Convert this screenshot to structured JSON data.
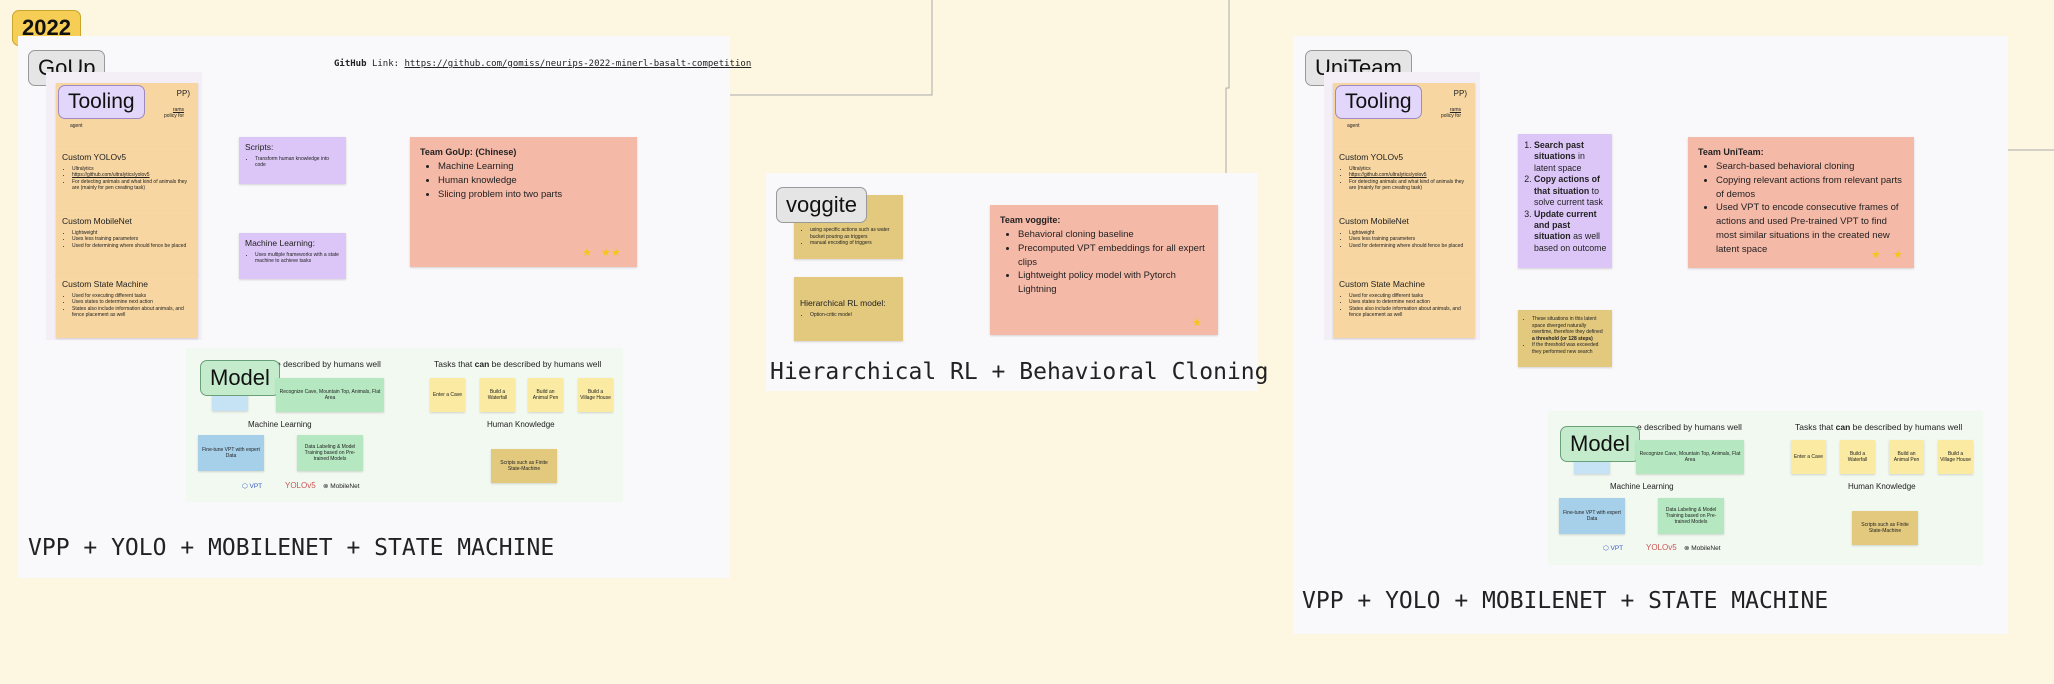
{
  "year_tag": "2022",
  "goup": {
    "tag": "GoUp",
    "github_label": "GitHub",
    "github_link_word": "Link:",
    "github_url": "https://github.com/gomiss/neurips-2022-minerl-basalt-competition",
    "tooling_tag": "Tooling",
    "tooling_peek": "PP)",
    "sticky1_peek1": "rams",
    "sticky1_peek2": "policy for",
    "sticky1_peek3": "agent",
    "tools": [
      {
        "title": "Custom YOLOv5",
        "bullets": [
          "Ultralytics",
          "https://github.com/ultralytics/yolov5",
          "For detecting animals and what kind of animals they are (mainly for pen creating task)"
        ]
      },
      {
        "title": "Custom MobileNet",
        "bullets": [
          "Lightweight",
          "Uses less training parameters",
          "Used for determining where should fence be placed"
        ]
      },
      {
        "title": "Custom State Machine",
        "bullets": [
          "Used for executing different tasks",
          "Uses states to determine next action",
          "States also include information about animals, and fence placement as well"
        ]
      }
    ],
    "scripts": {
      "title": "Scripts:",
      "bullet": "Transform human knowledge into code"
    },
    "ml": {
      "title": "Machine Learning:",
      "bullet": "Uses multiple frameworks with a state machine to achieve tasks"
    },
    "team": {
      "title": "Team GoUp: (Chinese)",
      "bullets": [
        "Machine Learning",
        "Human knowledge",
        "Slicing problem into two parts"
      ]
    },
    "model_tag": "Model",
    "model": {
      "left_heading_visible": "e described by humans well",
      "right_heading_pre": "Tasks that ",
      "right_heading_bold": "can",
      "right_heading_post": " be described by humans well",
      "green_top": "Recognize Cave, Mountain Top, Animals, Flat Area",
      "ml_label": "Machine Learning",
      "finetune": "Fine-tune VPT with expert Data",
      "labeling": "Data Labeling & Model Training based on Pre-trained Models",
      "tasks": [
        "Enter a Cave",
        "Build a Waterfall",
        "Build an Animal Pen",
        "Build a Village House"
      ],
      "hk_label": "Human Knowledge",
      "scripts_fsm": "Scripts such as Finite State-Machine",
      "logos": [
        "VPT",
        "YOLOv5",
        "MobileNet"
      ]
    },
    "bottom_title": "VPP + YOLO + MOBILENET + STATE MACHINE"
  },
  "voggite": {
    "tag": "voggite",
    "sticky1_bullets": [
      "using specific actions such as water bucket pouring as triggers",
      "manual encoding of triggers"
    ],
    "hrl": {
      "title": "Hierarchical RL model:",
      "bullet": "Option-critic model"
    },
    "team": {
      "title": "Team voggite:",
      "bullets": [
        "Behavioral cloning baseline",
        "Precomputed VPT embeddings for all expert clips",
        "Lightweight policy model with Pytorch Lightning"
      ]
    },
    "bottom_title": "Hierarchical RL + Behavioral Cloning"
  },
  "uniteam": {
    "tag": "UniTeam",
    "tooling_tag": "Tooling",
    "tooling_peek": "PP)",
    "sticky1_peek1": "rams",
    "sticky1_peek2": "policy for",
    "sticky1_peek3": "agent",
    "tools": [
      {
        "title": "Custom YOLOv5",
        "bullets": [
          "Ultralytics",
          "https://github.com/ultralytics/yolov5",
          "For detecting animals and what kind of animals they are (mainly for pen creating task)"
        ]
      },
      {
        "title": "Custom MobileNet",
        "bullets": [
          "Lightweight",
          "Uses less training parameters",
          "Used for determining where should fence be placed"
        ]
      },
      {
        "title": "Custom State Machine",
        "bullets": [
          "Used for executing different tasks",
          "Uses states to determine next action",
          "States also include information about animals, and fence placement as well"
        ]
      }
    ],
    "steps": [
      {
        "bold": "Search past situations",
        "rest": " in latent space"
      },
      {
        "bold": "Copy actions of that situation",
        "rest": " to solve current task"
      },
      {
        "bold": "Update current and past situation",
        "rest": " as well based on outcome"
      }
    ],
    "note_bullets": [
      "These situations in this latent space diverged naturally overtime, therefore they defined",
      "a threshold (or 128 steps)",
      "If the threshold was exceeded they performed new search"
    ],
    "team": {
      "title": "Team UniTeam:",
      "bullets": [
        "Search-based behavioral cloning",
        "Copying relevant actions from relevant parts of demos",
        "Used VPT to encode consecutive frames of actions and used Pre-trained VPT to find most similar situations in the created new latent space"
      ]
    },
    "model_tag": "Model",
    "model": {
      "left_heading_visible": "e described by humans well",
      "right_heading_pre": "Tasks that ",
      "right_heading_bold": "can",
      "right_heading_post": " be described by humans well",
      "green_top": "Recognize Cave, Mountain Top, Animals, Flat Area",
      "ml_label": "Machine Learning",
      "finetune": "Fine-tune VPT with expert Data",
      "labeling": "Data Labeling & Model Training based on Pre-trained Models",
      "tasks": [
        "Enter a Cave",
        "Build a Waterfall",
        "Build an Animal Pen",
        "Build a Village House"
      ],
      "hk_label": "Human Knowledge",
      "scripts_fsm": "Scripts such as Finite State-Machine",
      "logos": [
        "VPT",
        "YOLOv5",
        "MobileNet"
      ]
    },
    "bottom_title": "VPP + YOLO + MOBILENET + STATE MACHINE"
  },
  "colors": {
    "background": "#fdf6e1",
    "frame": "#f9f8fa",
    "orange_sticky": "#f7d6a2",
    "purple_sticky": "#dcc6f8",
    "salmon_sticky": "#f5b9a8",
    "khaki_sticky": "#e3c97e",
    "yellow_sticky": "#faeaa2",
    "green_sticky": "#b5e8c0",
    "blue_sticky": "#a6cfea",
    "year_tag": "#f6cd55"
  }
}
